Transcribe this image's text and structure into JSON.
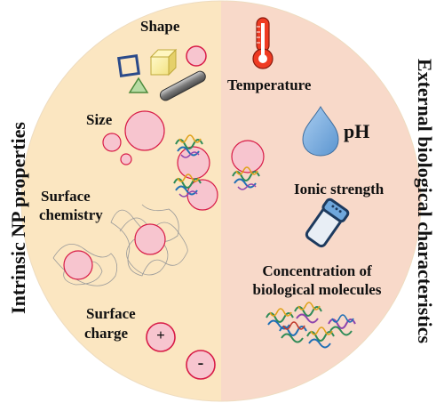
{
  "left_title": "Intrinsic NP properties",
  "right_title": "External biological characteristics",
  "left_items": {
    "shape": "Shape",
    "size": "Size",
    "surface_chemistry_1": "Surface",
    "surface_chemistry_2": "chemistry",
    "surface_charge_1": "Surface",
    "surface_charge_2": "charge",
    "plus": "+",
    "minus": "-"
  },
  "right_items": {
    "temperature": "Temperature",
    "ph": "pH",
    "ionic_strength": "Ionic strength",
    "concentration_1": "Concentration of",
    "concentration_2": "biological molecules"
  },
  "colors": {
    "left_half": "#fbe6c1",
    "right_half": "#f8d9c9",
    "particle_fill": "#f7c5cf",
    "particle_stroke": "#d81b47",
    "drop": "#6fa7dc",
    "thermo": "#ef3b22"
  }
}
